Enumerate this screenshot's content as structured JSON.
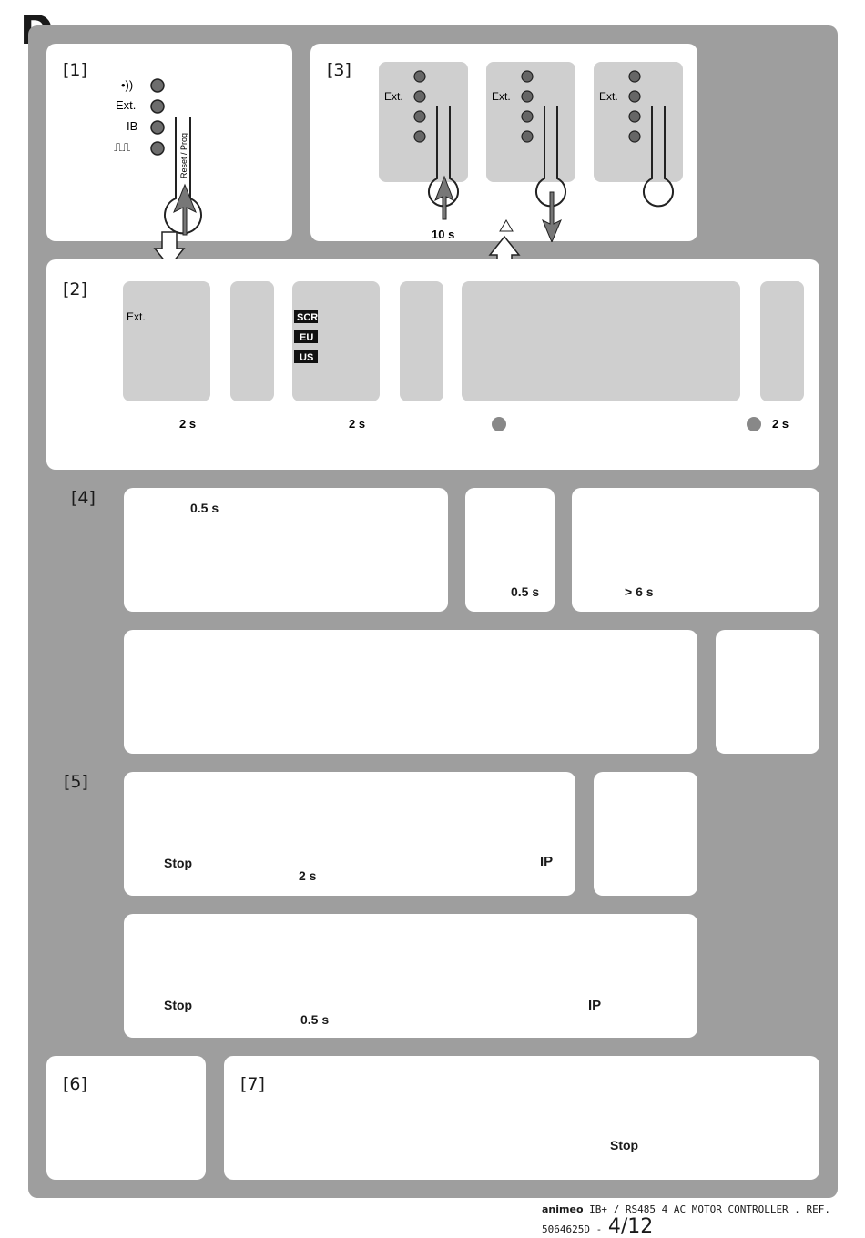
{
  "section_letter": "D",
  "sections": [
    "[1]",
    "[2]",
    "[3]",
    "[4]",
    "[5]",
    "[6]",
    "[7]"
  ],
  "led_labels": {
    "radio": "•))",
    "ext": "Ext.",
    "ib": "IB",
    "pulse": "⎍⎍"
  },
  "region_labels": [
    "SCR",
    "EU",
    "US"
  ],
  "button_label": "Reset / Prog",
  "times": {
    "t10s": "10 s",
    "t2s": "2 s",
    "t05s": "0.5 s",
    "t6s": "> 6 s"
  },
  "stop_label": "Stop",
  "ip_label": "IP",
  "steps": [
    "1",
    "2",
    "3",
    "4",
    "5",
    "6",
    "7"
  ],
  "footer": {
    "brand": "animeo",
    "text": " IB+ / RS485 4 AC MOTOR CONTROLLER . REF. 5064625D - ",
    "page": "4/12"
  }
}
